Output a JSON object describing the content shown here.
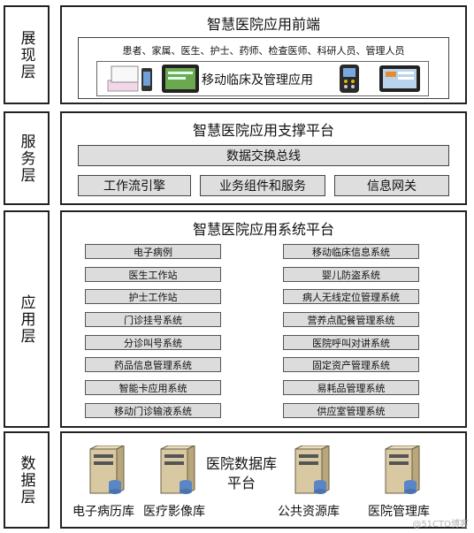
{
  "layers": {
    "presentation": {
      "label": "展现层",
      "title": "智慧医院应用前端",
      "users": "患者、家属、医生、护士、药师、检查医师、科研人员、管理人员",
      "mobile_caption": "移动临床及管理应用"
    },
    "service": {
      "label": "服务层",
      "title": "智慧医院应用支撑平台",
      "bus": "数据交换总线",
      "components": [
        "工作流引擎",
        "业务组件和服务",
        "信息网关"
      ]
    },
    "application": {
      "label": "应用层",
      "title": "智慧医院应用系统平台",
      "left_systems": [
        "电子病例",
        "医生工作站",
        "护士工作站",
        "门诊挂号系统",
        "分诊叫号系统",
        "药品信息管理系统",
        "智能卡应用系统",
        "移动门诊输液系统"
      ],
      "right_systems": [
        "移动临床信息系统",
        "婴儿防盗系统",
        "病人无线定位管理系统",
        "营养点配餐管理系统",
        "医院呼叫对讲系统",
        "固定资产管理系统",
        "易耗品管理系统",
        "供应室管理系统"
      ]
    },
    "data": {
      "label": "数据层",
      "platform_title": "医院数据库平台",
      "servers": [
        "电子病历库",
        "医疗影像库",
        "公共资源库",
        "医院管理库"
      ]
    }
  },
  "watermark": "@51CTO博客"
}
